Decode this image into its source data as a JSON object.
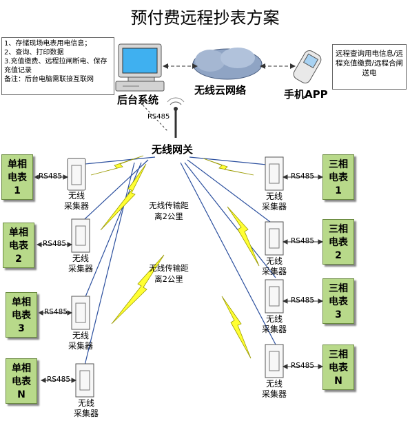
{
  "title": "预付费远程抄表方案",
  "notes": {
    "items": [
      "1、存储现场电表用电信息；",
      "2、查询、打印数据",
      "3.充值缴费、远程拉闸断电、保存充值记录",
      "备注：后台电脑需联接互联网"
    ]
  },
  "app_note": "远程查询用电信息/远程充值缴费/远程合闸送电",
  "backend_label": "后台系统",
  "cloud_label": "无线云网络",
  "app_label": "手机APP",
  "gateway_label": "无线网关",
  "gateway_rs485": "RS485",
  "distance_label_1": [
    "无线传输距",
    "离2公里"
  ],
  "distance_label_2": [
    "无线传输距",
    "离2公里"
  ],
  "collector_label": [
    "无线",
    "采集器"
  ],
  "rs485": "RS485",
  "left_meters": [
    [
      "单相",
      "电表",
      "1"
    ],
    [
      "单相",
      "电表",
      "2"
    ],
    [
      "单相",
      "电表",
      "3"
    ],
    [
      "单相",
      "电表",
      "N"
    ]
  ],
  "right_meters": [
    [
      "三相",
      "电表",
      "1"
    ],
    [
      "三相",
      "电表",
      "2"
    ],
    [
      "三相",
      "电表",
      "3"
    ],
    [
      "三相",
      "电表",
      "N"
    ]
  ],
  "colors": {
    "meter_fill": "#b8d98a",
    "lightning": "#ffff33",
    "wire": "#2b4f9e"
  }
}
